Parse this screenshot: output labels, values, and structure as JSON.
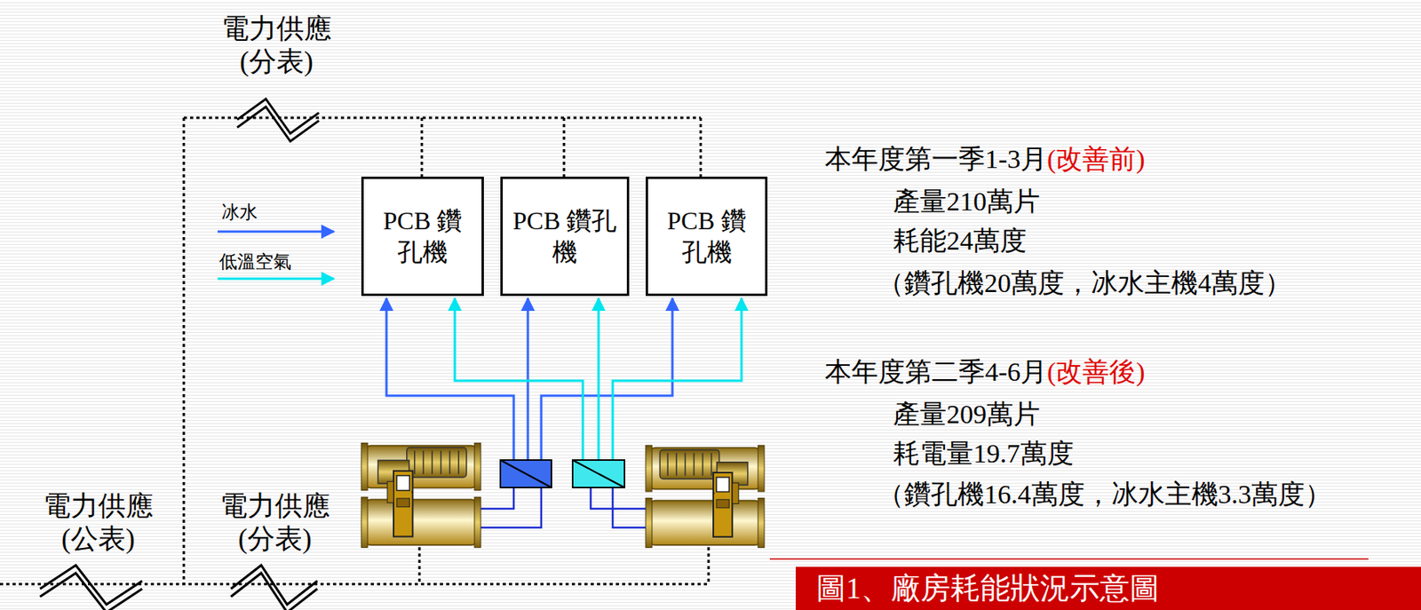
{
  "diagram": {
    "caption": "圖1、廠房耗能狀況示意圖",
    "nodes": [
      {
        "text": [
          "PCB 鑽孔機"
        ]
      },
      {
        "text": [
          "PCB 鑽孔機"
        ]
      },
      {
        "text": [
          "PCB 鑽孔機"
        ]
      }
    ],
    "labels": [
      "電力供應 (分表)",
      "電力供應 (公表)",
      "電力供應 (分表)",
      "本年度第一季1-3月",
      "(改善前)",
      "產量210萬片",
      "耗能24萬度",
      "（鑽孔機20萬度，冰水主機4萬度）",
      "本年度第二季4-6月",
      "(改善後)",
      "產量209萬片",
      "耗電量19.7萬度",
      "（鑽孔機16.4萬度，冰水主機3.3萬度）"
    ],
    "legend": [
      {
        "text": "冰水"
      },
      {
        "text": "低溫空氣"
      }
    ]
  }
}
